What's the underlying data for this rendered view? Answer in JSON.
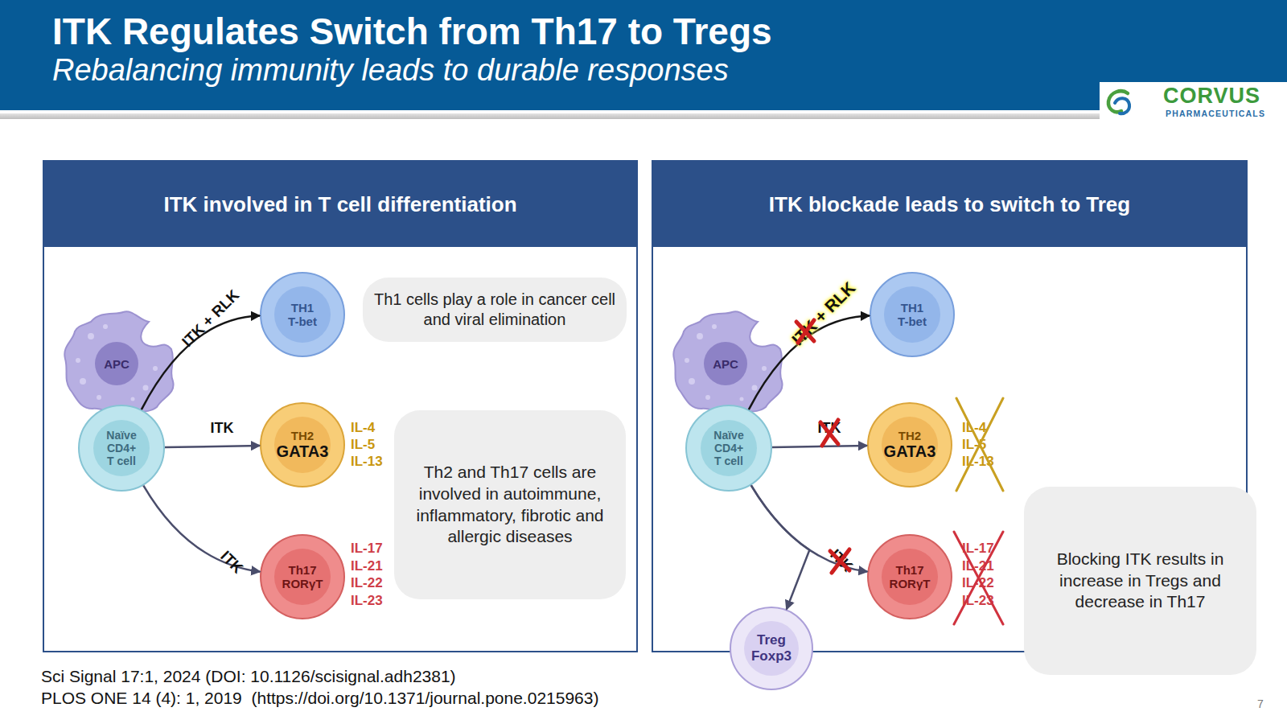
{
  "diagram": {
    "title": "ITK Regulates Switch from Th17 to Tregs",
    "nodes": [
      {
        "text": [
          "ITK involved in T cell differentiation"
        ]
      },
      {
        "text": [
          "APC"
        ],
        "in": 0
      },
      {
        "text": [
          "Naïve CD4+ T cell"
        ],
        "in": 0
      },
      {
        "text": [
          "TH1",
          "T-bet"
        ],
        "in": 0
      },
      {
        "text": [
          "Th1 cells play a role in cancer cell and viral elimination"
        ],
        "in": 0
      },
      {
        "text": [
          "TH2",
          "GATA3"
        ],
        "in": 0
      },
      {
        "text": [
          "Th2 and Th17 cells are involved in autoimmune, inflammatory, fibrotic and allergic diseases"
        ],
        "in": 0
      },
      {
        "text": [
          "Th17",
          "RORγT"
        ],
        "in": 0
      },
      {
        "text": [
          "ITK blockade leads to switch to Treg"
        ]
      },
      {
        "text": [
          "APC"
        ],
        "in": 8
      },
      {
        "text": [
          "Naïve CD4+ T cell"
        ],
        "in": 8
      },
      {
        "text": [
          "TH1",
          "T-bet"
        ],
        "in": 8
      },
      {
        "text": [
          "TH2",
          "GATA3"
        ],
        "in": 8
      },
      {
        "text": [
          "Th17",
          "RORγT"
        ],
        "in": 8
      },
      {
        "text": [
          "Treg",
          "Foxp3"
        ],
        "in": 8
      },
      {
        "text": [
          "Blocking ITK results in increase in Tregs and decrease in Th17"
        ],
        "in": 8
      }
    ],
    "edges": [
      {
        "from": 2,
        "to": 3,
        "label": "ITK + RLK",
        "arrow": "to"
      },
      {
        "from": 2,
        "to": 5,
        "label": "ITK",
        "arrow": "to"
      },
      {
        "from": 2,
        "to": 7,
        "label": "ITK",
        "arrow": "to"
      },
      {
        "from": 10,
        "to": 11,
        "label": "ITK + RLK",
        "arrow": "to"
      },
      {
        "from": 10,
        "to": 12,
        "label": "ITK",
        "arrow": "to"
      },
      {
        "from": 10,
        "to": 13,
        "label": "ITK",
        "arrow": "to"
      },
      {
        "from": 10,
        "to": 14,
        "arrow": "to"
      }
    ],
    "labels": [
      "Rebalancing immunity leads to durable responses",
      "CORVUS",
      "PHARMACEUTICALS",
      "IL-4",
      "IL-5",
      "IL-13",
      "IL-17",
      "IL-21",
      "IL-22",
      "IL-23",
      "IL-4",
      "IL-5",
      "IL-13",
      "IL-17",
      "IL-21",
      "IL-22",
      "IL-23",
      "Sci Signal 17:1, 2024 (DOI: 10.1126/scisignal.adh2381)",
      "PLOS ONE 14 (4): 1, 2019  (https://doi.org/10.1371/journal.pone.0215963)",
      "7"
    ]
  }
}
